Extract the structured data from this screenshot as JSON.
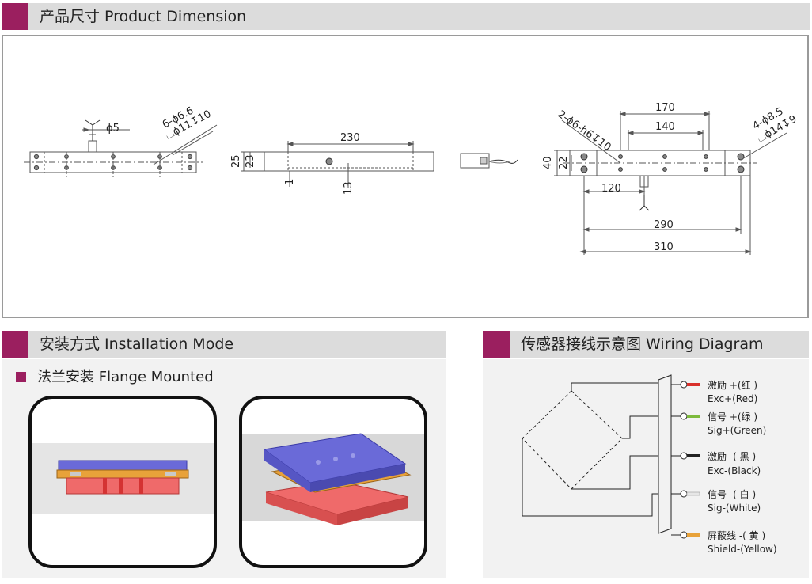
{
  "sections": {
    "product_dimension": {
      "title": "产品尺寸 Product Dimension"
    },
    "installation": {
      "title": "安装方式 Installation Mode",
      "sub_title": "法兰安装 Flange Mounted"
    },
    "wiring": {
      "title": "传感器接线示意图  Wiring Diagram"
    }
  },
  "dimensions": {
    "cable": "ϕ5",
    "holes_left": "6-ϕ6.6",
    "holes_left_cb": "⌴ϕ11↧10",
    "length_230": "230",
    "height_25": "25",
    "height_23": "23",
    "dim_1": "1",
    "dim_13": "13",
    "holes_right": "2-ϕ6-h6↧10",
    "dim_170": "170",
    "dim_140": "140",
    "holes_right2": "4-ϕ8.5",
    "holes_right2_cb": "⌴ϕ14↧9",
    "height_40": "40",
    "height_22": "22",
    "dim_120": "120",
    "dim_290": "290",
    "dim_310": "310"
  },
  "wires": [
    {
      "cn": "激励 +(红 )",
      "en": "Exc+(Red)",
      "color": "#d9302b"
    },
    {
      "cn": "信号 +(绿 )",
      "en": "Sig+(Green)",
      "color": "#7dba3c"
    },
    {
      "cn": "激励 -( 黑 )",
      "en": "Exc-(Black)",
      "color": "#222222"
    },
    {
      "cn": "信号 -( 白 )",
      "en": "Sig-(White)",
      "color": "#e6e6e6"
    },
    {
      "cn": "屏蔽线 -( 黄 )",
      "en": "Shield-(Yellow)",
      "color": "#e8a23a"
    }
  ],
  "colors": {
    "accent": "#9b1f5f",
    "header_bg": "#dcdcdc",
    "panel_bg": "#f2f2f2"
  }
}
